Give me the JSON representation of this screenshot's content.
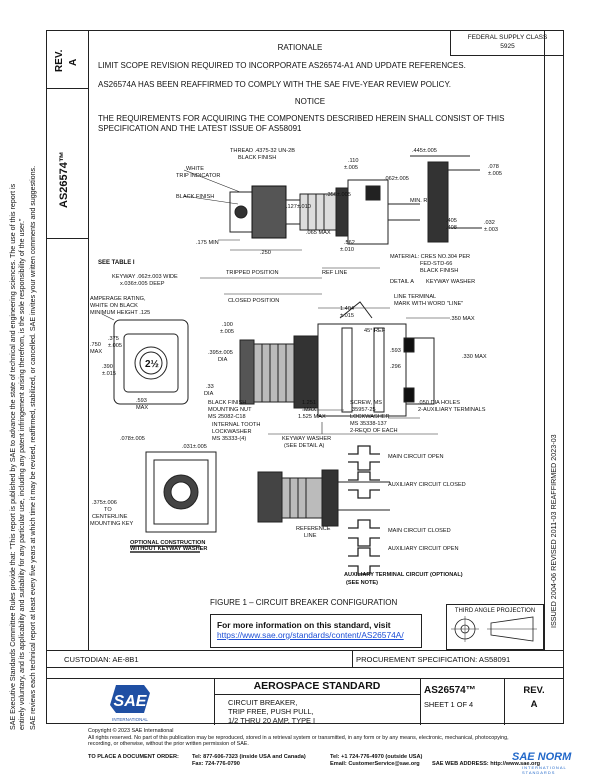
{
  "side_note": {
    "line1": "SAE Executive Standards Committee Rules provide that: \"This report is published by SAE to advance the state of technical and engineering sciences. The use of this report is",
    "line2": "entirely voluntary, and its applicability and suitability for any particular use, including any patent infringement arising therefrom, is the sole responsibility of the user.\"",
    "line3": "SAE reviews each technical report at least every five years at which time it may be revised, reaffirmed, stabilized, or cancelled. SAE invites your written comments and suggestions."
  },
  "rev_header": "REV.",
  "rev_letter": "A",
  "doc_vertical": "AS26574™",
  "federal": {
    "line1": "FEDERAL SUPPLY CLASS",
    "line2": "5925"
  },
  "rationale_heading": "RATIONALE",
  "rationale_p1": "LIMIT SCOPE REVISION REQUIRED TO INCORPORATE AS26574-A1 AND UPDATE REFERENCES.",
  "rationale_p2": "AS26574A HAS BEEN REAFFIRMED TO COMPLY WITH THE SAE FIVE-YEAR REVIEW POLICY.",
  "notice_heading": "NOTICE",
  "notice_p1": "THE REQUIREMENTS FOR ACQUIRING THE COMPONENTS DESCRIBED HEREIN SHALL CONSIST OF THIS",
  "notice_p2": "SPECIFICATION AND THE LATEST ISSUE OF AS58091",
  "history_vertical": "ISSUED 2004-06    REVISED 2011-03    REAFFIRMED 2023-03",
  "drawing_labels": {
    "thread": "THREAD .4375-32 UN-2B",
    "black_finish": "BLACK FINISH",
    "white_trip": "WHITE",
    "trip_indicator": "TRIP INDICATOR",
    "black_finish2": "BLACK FINISH",
    "d_110": ".110",
    "d_005": "±.005",
    "d_445": ".445±.005",
    "d_078": ".078",
    "d_078b": "±.005",
    "d_062": ".062±.005",
    "d_356": ".356±.005",
    "min_r": "MIN. R",
    "d_127": ".127±.010",
    "d_405": ".405",
    "d_408": ".408",
    "d_032": ".032",
    "d_032b": "±.003",
    "d_065": ".065 MAX",
    "d_562": ".562",
    "d_562b": "±.010",
    "d_175": ".175 MIN",
    "d_250": ".250",
    "material1": "MATERIAL: CRES NO.304 PER",
    "material2": "FED-STD-66",
    "material3": "BLACK FINISH",
    "detail_a": "DETAIL A",
    "keyway_washer": "KEYWAY WASHER",
    "see_table": "SEE TABLE I",
    "tripped": "TRIPPED POSITION",
    "ref_line": "REF LINE",
    "keyway1": "KEYWAY .062±.003 WIDE",
    "keyway2": "x.036±.005 DEEP",
    "closed_pos": "CLOSED POSITION",
    "line_terminal1": "LINE TERMINAL",
    "line_terminal2": "MARK WITH WORD \"LINE\"",
    "amp1": "AMPERAGE RATING,",
    "amp2": "WHITE ON BLACK",
    "amp3": "MINIMUM HEIGHT .125",
    "d_1404": "1.404",
    "d_1404b": "±.015",
    "d_100": ".100",
    "d_100b": "±.005",
    "d_350": ".350 MAX",
    "d_750": ".750",
    "d_750b": "MAX",
    "d_375": ".375",
    "d_375b": "±.005",
    "d_45": "45° REF",
    "d_395": ".395±.005",
    "d_395b": "DIA",
    "d_593": ".593",
    "d_330": ".330 MAX",
    "d_390": ".390",
    "d_390b": "±.015",
    "d_296": ".296",
    "rating": "2½",
    "d_33": ".33",
    "d_33b": "DIA",
    "black_nut1": "BLACK FINISH",
    "black_nut2": "MOUNTING NUT",
    "black_nut3": "MS 25082-C18",
    "d_1251": "1.251",
    "d_1251b": "MAX",
    "screw1": "SCREW, MS",
    "screw2": "35957-25",
    "screw3": "LOCKWASHER",
    "screw4": "MS 35338-137",
    "screw5": "2-REQD OF EACH",
    "d_593b": ".593",
    "d_593c": "MAX",
    "tooth1": "INTERNAL TOOTH",
    "tooth2": "LOCKWASHER",
    "tooth3": "MS 35333-(4)",
    "d_1525": "1.525 MAX",
    "holes1": ".050 DIA HOLES",
    "holes2": "2-AUXILIARY TERMINALS",
    "d_078c": ".078±.005",
    "keyway_washer2": "KEYWAY WASHER",
    "see_detail": "(SEE DETAIL A)",
    "d_031": ".031±.005",
    "main_open": "MAIN CIRCUIT OPEN",
    "aux_closed": "AUXILIARY CIRCUIT CLOSED",
    "centerline1": ".375±.006",
    "centerline2": "TO",
    "centerline3": "CENTERLINE",
    "centerline4": "MOUNTING KEY",
    "reference": "REFERENCE",
    "reference2": "LINE",
    "main_closed": "MAIN CIRCUIT CLOSED",
    "aux_open": "AUXILIARY CIRCUIT OPEN",
    "optional1": "OPTIONAL CONSTRUCTION",
    "optional2": "WITHOUT KEYWAY WASHER",
    "aux_term": "AUXILIARY TERMINAL CIRCUIT (OPTIONAL)",
    "see_note": "(SEE NOTE)"
  },
  "figure_caption": "FIGURE 1 – CIRCUIT BREAKER CONFIGURATION",
  "info_box": {
    "title": "For more information on this standard, visit",
    "link": "https://www.sae.org/standards/content/AS26574A/"
  },
  "third_angle": "THIRD ANGLE PROJECTION",
  "custodian": "CUSTODIAN: AE-8B1",
  "procurement": "PROCUREMENT SPECIFICATION: AS58091",
  "logo_text": "SAE",
  "logo_sub": "INTERNATIONAL",
  "title_block": {
    "heading": "AEROSPACE STANDARD",
    "line1": "CIRCUIT BREAKER,",
    "line2": "TRIP FREE, PUSH PULL,",
    "line3": "1/2 THRU 20 AMP, TYPE I",
    "doc": "AS26574™",
    "sheet": "SHEET 1 OF 4",
    "rev_label": "REV.",
    "rev_value": "A"
  },
  "footer": {
    "copyright": "Copyright © 2023 SAE International",
    "rights": "All rights reserved. No part of this publication may be reproduced, stored in a retrieval system or transmitted, in any form or by any means, electronic, mechanical, photocopying,",
    "rights2": "recording, or otherwise, without the prior written permission of SAE.",
    "order": "TO PLACE A DOCUMENT ORDER:",
    "tel1": "Tel:   877-606-7323 (inside USA and Canada)",
    "fax": "Fax:   724-776-0790",
    "tel2": "Tel:   +1 724-776-4970 (outside USA)",
    "email": "Email:  CustomerService@sae.org",
    "web": "SAE WEB ADDRESS:  http://www.sae.org"
  },
  "watermark": "SAE NORM",
  "watermark_sub": "INTERNATIONAL STANDARDS"
}
